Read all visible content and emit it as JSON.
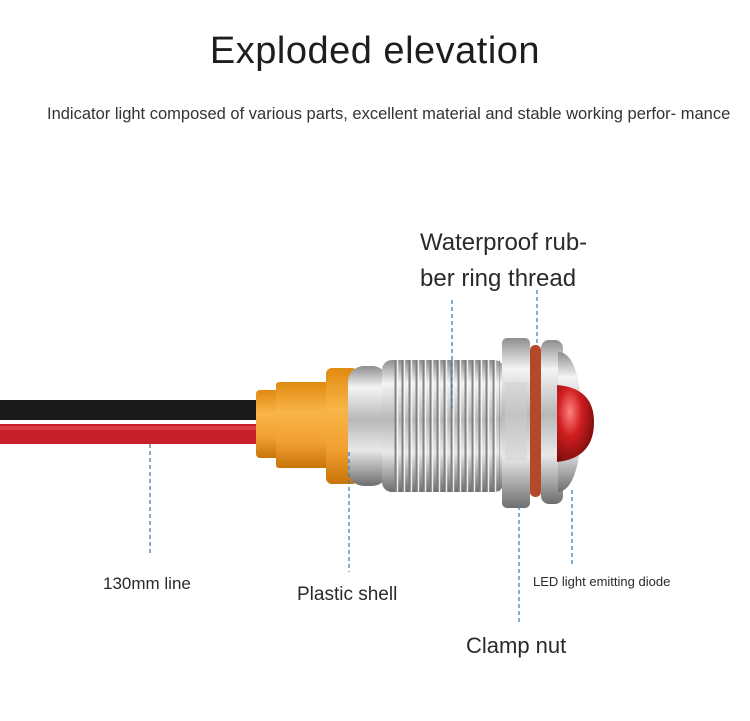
{
  "title": "Exploded elevation",
  "subtitle": "Indicator light composed of various parts, excellent material and stable working perfor- mance",
  "labels": {
    "ring_thread": "Waterproof rub- ber ring thread",
    "line": "130mm line",
    "shell": "Plastic shell",
    "led": "LED light emitting diode",
    "nut": "Clamp nut"
  },
  "colors": {
    "wire_black": "#1a1a1a",
    "wire_red": "#c8202a",
    "plastic_shell": "#f0a030",
    "metal": "#c9c9c9",
    "o_ring": "#b5482a",
    "led_dome": "#d01f1f",
    "leader_line": "#4a7fb0"
  }
}
